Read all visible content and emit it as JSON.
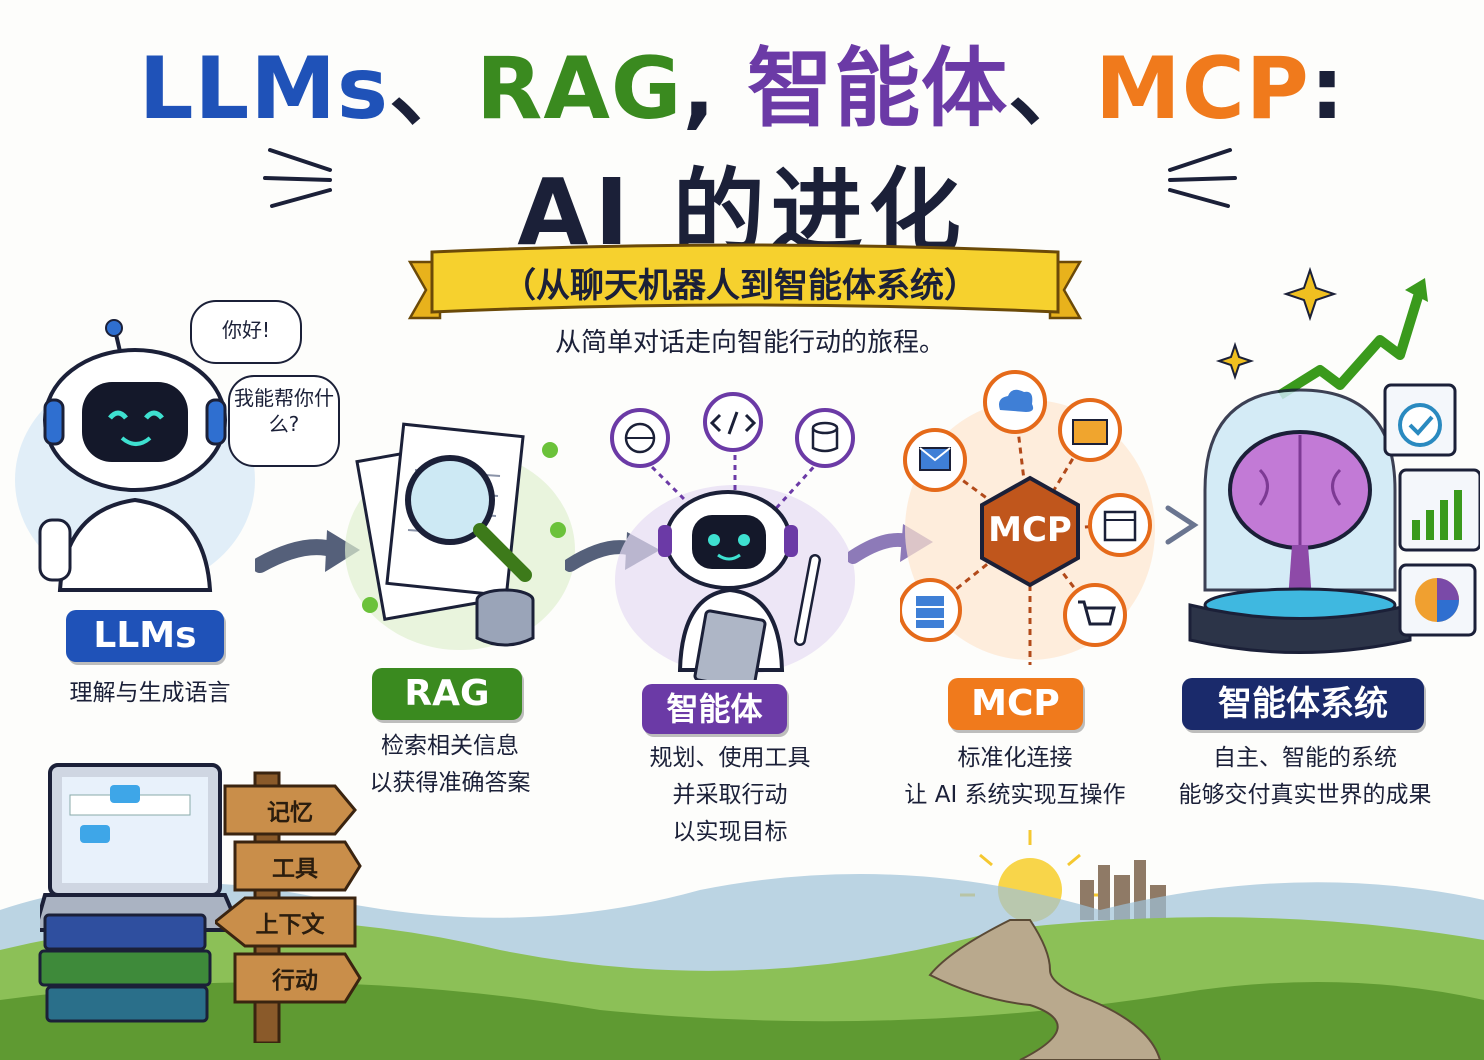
{
  "title": {
    "parts": [
      {
        "text": "LLMs",
        "color": "#1f52b8"
      },
      {
        "text": "、",
        "color": "#1b2038"
      },
      {
        "text": "RAG",
        "color": "#3a8a1f"
      },
      {
        "text": ", ",
        "color": "#1b2038"
      },
      {
        "text": "智能体",
        "color": "#6b3aa6"
      },
      {
        "text": "、",
        "color": "#1b2038"
      },
      {
        "text": "MCP",
        "color": "#f07a1c"
      },
      {
        "text": ":",
        "color": "#1b2038"
      }
    ],
    "line2": "AI 的进化"
  },
  "subtitle": "（从聊天机器人到智能体系统）",
  "tagline": "从简单对话走向智能行动的旅程。",
  "bubbles": {
    "hello": "你好!",
    "help": "我能帮你什么?"
  },
  "stages": [
    {
      "label": "LLMs",
      "color": "#1f52b8",
      "desc": [
        "理解与生成语言"
      ]
    },
    {
      "label": "RAG",
      "color": "#3a8a1f",
      "desc": [
        "检索相关信息",
        "以获得准确答案"
      ]
    },
    {
      "label": "智能体",
      "color": "#6b3aa6",
      "desc": [
        "规划、使用工具",
        "并采取行动",
        "以实现目标"
      ]
    },
    {
      "label": "MCP",
      "color": "#f07a1c",
      "desc": [
        "标准化连接",
        "让 AI 系统实现互操作"
      ]
    },
    {
      "label": "智能体系统",
      "color": "#1a2a6b",
      "desc": [
        "自主、智能的系统",
        "能够交付真实世界的成果"
      ]
    }
  ],
  "mcp_hub_label": "MCP",
  "signpost": [
    "记忆",
    "工具",
    "上下文",
    "行动"
  ],
  "icons": [
    "speech-bubble-icon",
    "robot-icon",
    "document-icon",
    "magnifier-icon",
    "database-icon",
    "globe-icon",
    "code-icon",
    "clipboard-icon",
    "cloud-icon",
    "mail-icon",
    "folder-icon",
    "calendar-icon",
    "server-icon",
    "cart-icon",
    "brain-icon",
    "checkmark-icon",
    "bar-chart-icon",
    "pie-chart-icon",
    "laptop-icon",
    "book-icon",
    "signpost-icon",
    "sun-icon",
    "sparkle-icon"
  ]
}
